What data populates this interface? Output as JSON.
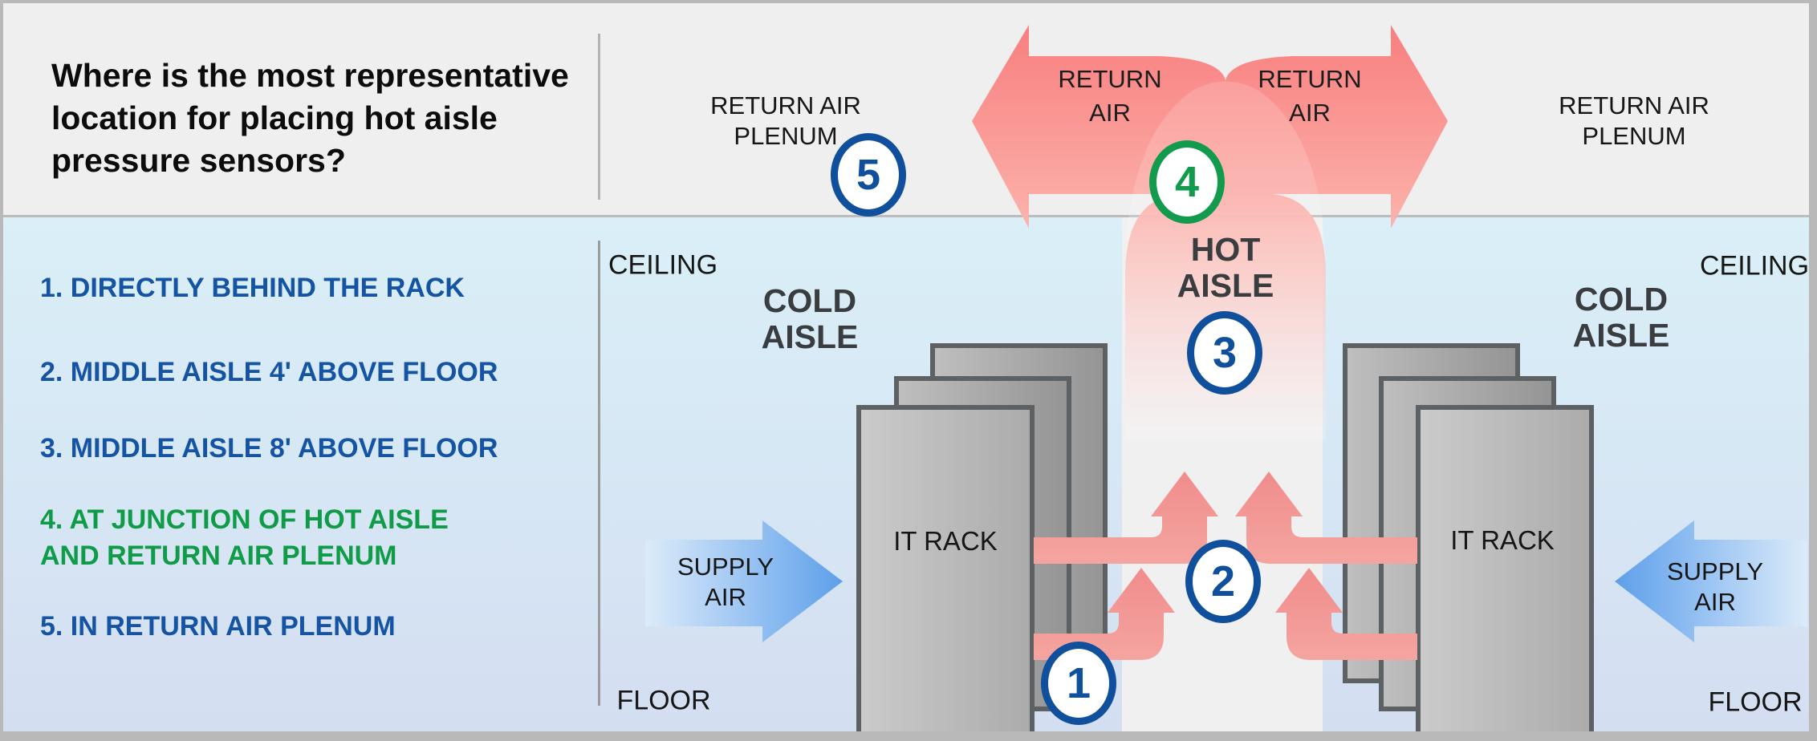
{
  "question": "Where is the most representative\nlocation for placing hot aisle\npressure sensors?",
  "options": [
    {
      "label": "1. DIRECTLY BEHIND THE RACK",
      "color": "#1553a3"
    },
    {
      "label": "2. MIDDLE AISLE 4' ABOVE FLOOR",
      "color": "#1553a3"
    },
    {
      "label": "3. MIDDLE AISLE 8' ABOVE FLOOR",
      "color": "#1553a3"
    },
    {
      "label": "4. AT JUNCTION OF HOT AISLE\nAND RETURN AIR PLENUM",
      "color": "#0f9b48"
    },
    {
      "label": "5. IN RETURN AIR PLENUM",
      "color": "#1553a3"
    }
  ],
  "markers": [
    {
      "label": "1",
      "color": "#0f4f9c"
    },
    {
      "label": "2",
      "color": "#0f4f9c"
    },
    {
      "label": "3",
      "color": "#0f4f9c"
    },
    {
      "label": "4",
      "color": "#129a4d"
    },
    {
      "label": "5",
      "color": "#0f4f9c"
    }
  ],
  "labels": {
    "return_air_plenum": "RETURN AIR\nPLENUM",
    "return_air": "RETURN\nAIR",
    "hot_aisle": "HOT\nAISLE",
    "cold_aisle": "COLD\nAISLE",
    "ceiling": "CEILING",
    "floor": "FLOOR",
    "it_rack": "IT RACK",
    "supply_air": "SUPPLY\nAIR"
  },
  "colors": {
    "list_blue": "#1553a3",
    "list_green": "#0f9b48",
    "marker_blue": "#0f4f9c",
    "marker_green": "#129a4d",
    "hot_air_red": "#f88181",
    "supply_air_blue": "#5e9fe9",
    "cold_aisle_bg": "#daeff7",
    "plenum_bg": "#efefef",
    "hot_aisle_bg": "#f1f0f1",
    "rack_gray": "#b0b0b0"
  }
}
